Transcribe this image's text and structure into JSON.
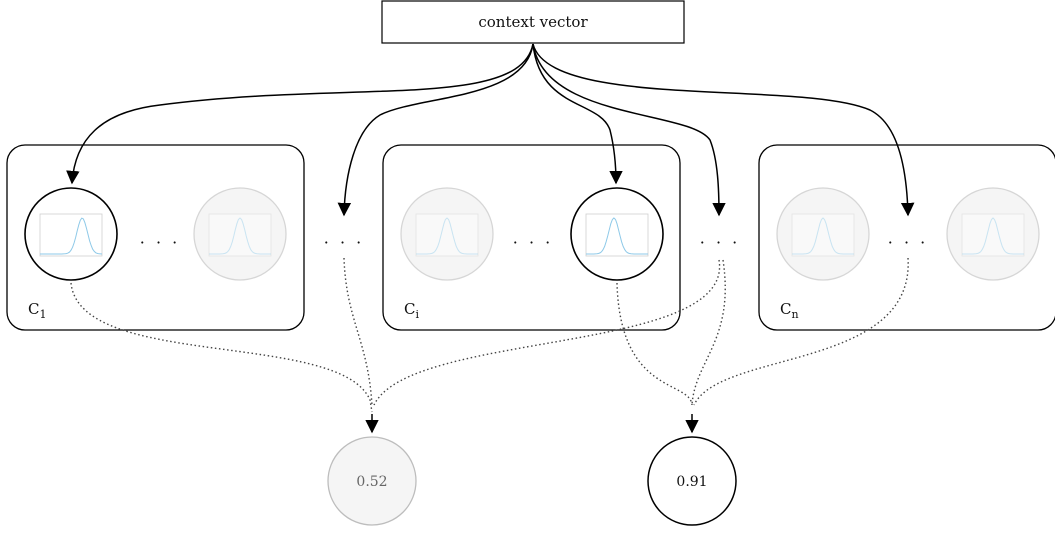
{
  "context": {
    "label": "context vector"
  },
  "groups": [
    {
      "name": "C",
      "sub": "1"
    },
    {
      "name": "C",
      "sub": "i"
    },
    {
      "name": "C",
      "sub": "n"
    }
  ],
  "ellipsis": "· · ·",
  "outputs": [
    {
      "label": "0.52",
      "active": false
    },
    {
      "label": "0.91",
      "active": true
    }
  ],
  "colors": {
    "solid": "#000000",
    "faded": "#d6d6d6",
    "faded_fill": "#f5f5f5",
    "curve": "#8ec9e8"
  }
}
